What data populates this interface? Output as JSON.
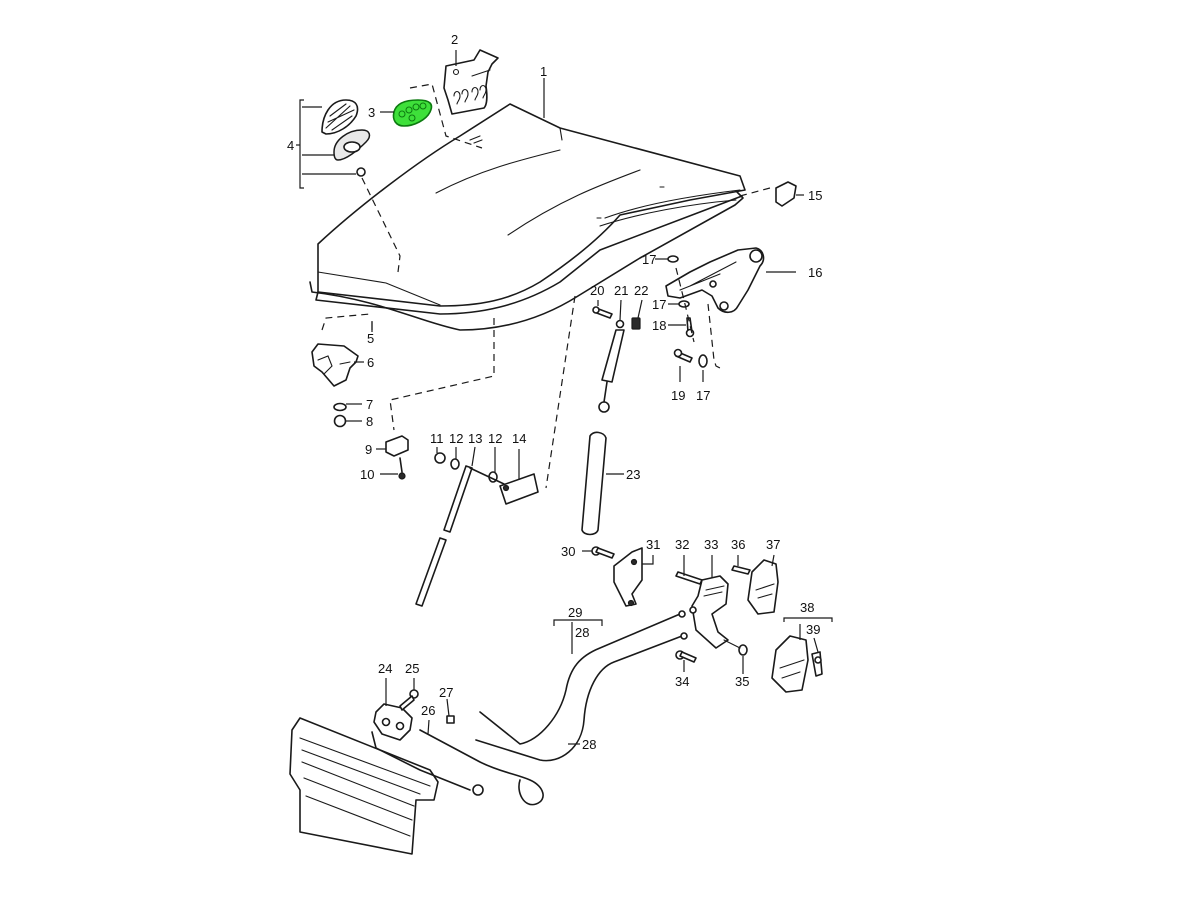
{
  "diagram": {
    "title": "Hood / front lid assembly exploded view",
    "highlight_color": "#3ee03a",
    "line_color": "#1a1a1a",
    "highlighted_part": "3",
    "callouts": [
      {
        "id": "c1",
        "text": "1"
      },
      {
        "id": "c2",
        "text": "2"
      },
      {
        "id": "c3",
        "text": "3"
      },
      {
        "id": "c4",
        "text": "4"
      },
      {
        "id": "c5",
        "text": "5"
      },
      {
        "id": "c6",
        "text": "6"
      },
      {
        "id": "c7",
        "text": "7"
      },
      {
        "id": "c8",
        "text": "8"
      },
      {
        "id": "c9",
        "text": "9"
      },
      {
        "id": "c10",
        "text": "10"
      },
      {
        "id": "c11",
        "text": "11"
      },
      {
        "id": "c12a",
        "text": "12"
      },
      {
        "id": "c13",
        "text": "13"
      },
      {
        "id": "c12b",
        "text": "12"
      },
      {
        "id": "c14",
        "text": "14"
      },
      {
        "id": "c15",
        "text": "15"
      },
      {
        "id": "c16",
        "text": "16"
      },
      {
        "id": "c17a",
        "text": "17"
      },
      {
        "id": "c17b",
        "text": "17"
      },
      {
        "id": "c17c",
        "text": "17"
      },
      {
        "id": "c18",
        "text": "18"
      },
      {
        "id": "c19",
        "text": "19"
      },
      {
        "id": "c20",
        "text": "20"
      },
      {
        "id": "c21",
        "text": "21"
      },
      {
        "id": "c22",
        "text": "22"
      },
      {
        "id": "c23",
        "text": "23"
      },
      {
        "id": "c24",
        "text": "24"
      },
      {
        "id": "c25",
        "text": "25"
      },
      {
        "id": "c26",
        "text": "26"
      },
      {
        "id": "c27",
        "text": "27"
      },
      {
        "id": "c28a",
        "text": "28"
      },
      {
        "id": "c28b",
        "text": "28"
      },
      {
        "id": "c29",
        "text": "29"
      },
      {
        "id": "c30",
        "text": "30"
      },
      {
        "id": "c31",
        "text": "31"
      },
      {
        "id": "c32",
        "text": "32"
      },
      {
        "id": "c33",
        "text": "33"
      },
      {
        "id": "c34",
        "text": "34"
      },
      {
        "id": "c35",
        "text": "35"
      },
      {
        "id": "c36",
        "text": "36"
      },
      {
        "id": "c37",
        "text": "37"
      },
      {
        "id": "c38",
        "text": "38"
      },
      {
        "id": "c39",
        "text": "39"
      }
    ]
  }
}
